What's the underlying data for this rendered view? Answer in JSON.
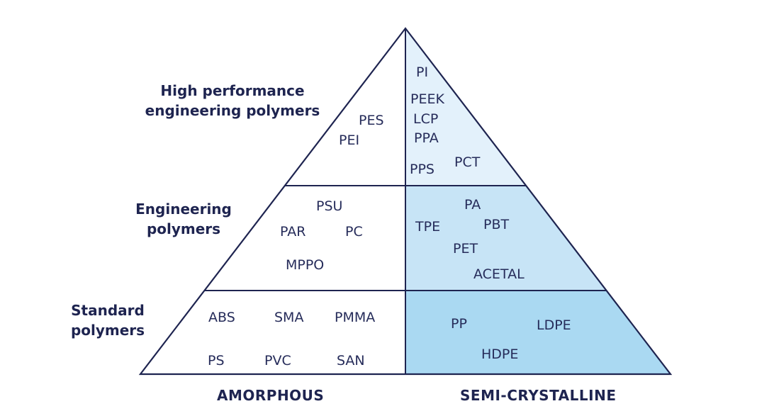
{
  "tiers": {
    "high_performance": [
      "High performance",
      "engineering polymers"
    ],
    "engineering": [
      "Engineering",
      "polymers"
    ],
    "standard": [
      "Standard",
      "polymers"
    ]
  },
  "columns": {
    "amorphous": "AMORPHOUS",
    "semi_crystalline": "SEMI-CRYSTALLINE"
  },
  "polymers": {
    "amorphous_high": [
      "PES",
      "PEI"
    ],
    "semi_high": [
      "PI",
      "PEEK",
      "LCP",
      "PPA",
      "PPS",
      "PCT"
    ],
    "amorphous_engineering": [
      "PSU",
      "PAR",
      "PC",
      "MPPO"
    ],
    "semi_engineering": [
      "PA",
      "TPE",
      "PBT",
      "PET",
      "ACETAL"
    ],
    "amorphous_standard": [
      "ABS",
      "SMA",
      "PMMA",
      "PS",
      "PVC",
      "SAN"
    ],
    "semi_standard": [
      "PP",
      "LDPE",
      "HDPE"
    ]
  },
  "colors": {
    "outline": "#1e2450",
    "semi_high_fill": "#e3f1fb",
    "semi_engineering_fill": "#c7e4f6",
    "semi_standard_fill": "#aad9f2",
    "amorphous_fill": "#ffffff"
  }
}
